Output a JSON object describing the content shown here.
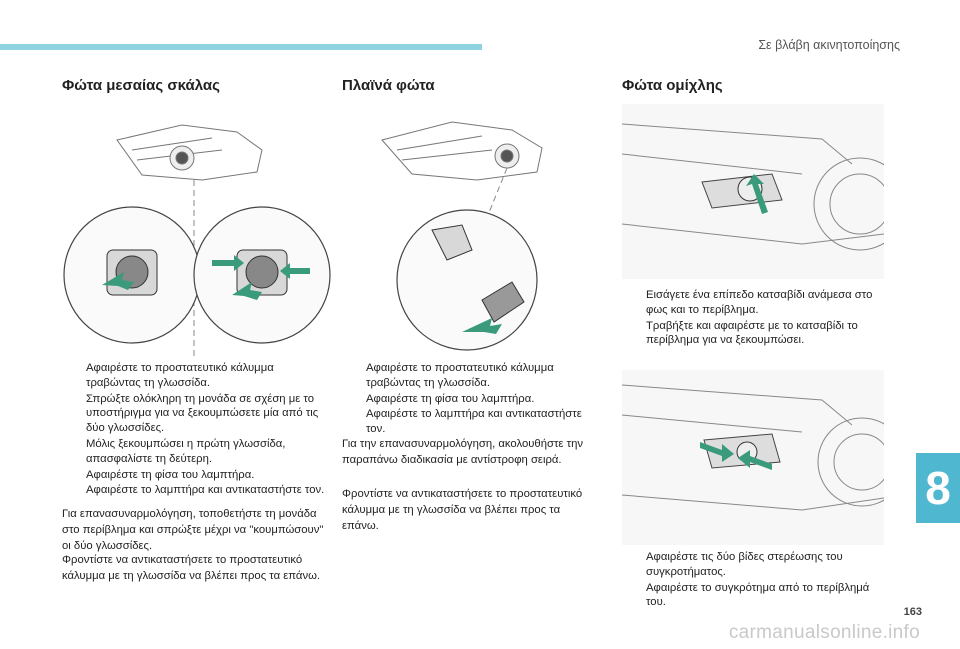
{
  "header": {
    "title": "Σε βλάβη ακινητοποίησης"
  },
  "sections": {
    "left": {
      "title": "Φώτα μεσαίας σκάλας",
      "bullets": [
        "Αφαιρέστε το προστατευτικό κάλυμμα τραβώντας τη γλωσσίδα.",
        "Σπρώξτε ολόκληρη τη μονάδα σε σχέση με το υποστήριγμα για να ξεκουμπώσετε μία από τις δύο γλωσσίδες.",
        "Μόλις ξεκουμπώσει η πρώτη γλωσσίδα, απασφαλίστε τη δεύτερη.",
        "Αφαιρέστε τη φίσα του λαμπτήρα.",
        "Αφαιρέστε το λαμπτήρα και αντικαταστήστε τον."
      ],
      "paragraphs": [
        "Για επανασυναρμολόγηση, τοποθετήστε τη μονάδα στο περίβλημα και σπρώξτε μέχρι να \"κουμπώσουν\" οι δύο γλωσσίδες.",
        "Φροντίστε να αντικαταστήσετε το προστατευτικό κάλυμμα με τη γλωσσίδα να βλέπει προς τα επάνω."
      ]
    },
    "middle": {
      "title": "Πλαϊνά φώτα",
      "bullets": [
        "Αφαιρέστε το προστατευτικό κάλυμμα τραβώντας τη γλωσσίδα.",
        "Αφαιρέστε τη φίσα του λαμπτήρα.",
        "Αφαιρέστε το λαμπτήρα και αντικαταστήστε τον."
      ],
      "paragraphs": [
        "Για την επανασυναρμολόγηση, ακολουθήστε την παραπάνω διαδικασία με αντίστροφη σειρά.",
        "Φροντίστε να αντικαταστήσετε το προστατευτικό κάλυμμα με τη γλωσσίδα να βλέπει προς τα επάνω."
      ]
    },
    "right": {
      "title": "Φώτα ομίχλης",
      "bullets_top": [
        "Εισάγετε ένα επίπεδο κατσαβίδι ανάμεσα στο φως και το περίβλημα.",
        "Τραβήξτε και αφαιρέστε με το κατσαβίδι το περίβλημα για να ξεκουμπώσει."
      ],
      "bullets_bottom": [
        "Αφαιρέστε τις δύο βίδες στερέωσης του συγκροτήματος.",
        "Αφαιρέστε το συγκρότημα από το περίβλημά του."
      ]
    }
  },
  "bullet_marker": "",
  "chapter": "8",
  "page_number": "163",
  "watermark": "carmanualsonline.info",
  "colors": {
    "accent": "#4fb7d0",
    "top_bar": "#8fd3e0",
    "arrow": "#3a9a7c"
  }
}
